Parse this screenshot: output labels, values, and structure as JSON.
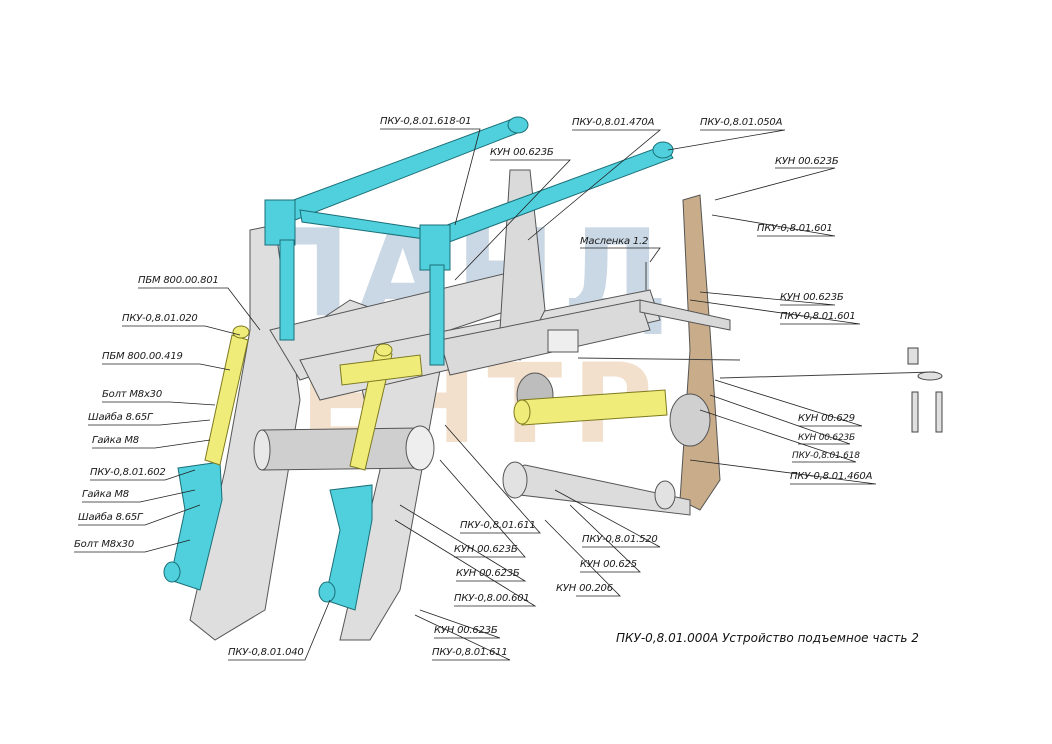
{
  "caption": "ПКУ-0,8.01.000А Устройство подъемное часть 2",
  "watermark": {
    "word1": "ПАНД",
    "word2": "ЕНТР",
    "colors": {
      "blue": "#9fb7cf",
      "orange": "#e9c8a3"
    }
  },
  "colors": {
    "cyan": "#4fd0dc",
    "yellow": "#f0ec7a",
    "frame": "#d8d8d8",
    "tan": "#c9ad8a",
    "leader": "#222222"
  },
  "labels": {
    "pku_01618_01": "ПКУ-0,8.01.618-01",
    "pku_01470a": "ПКУ-0,8.01.470А",
    "pku_01050a": "ПКУ-0,8.01.050А",
    "kun_623b_1": "КУН 00.623Б",
    "kun_623b_2": "КУН 00.623Б",
    "pku_01601_1": "ПКУ-0,8.01.601",
    "maslenka": "Масленка 1.2",
    "kun_623b_3": "КУН 00.623Б",
    "pku_01601_2": "ПКУ-0,8.01.601",
    "pbm_801": "ПБМ 800.00.801",
    "pku_01020": "ПКУ-0,8.01.020",
    "pbm_419": "ПБМ 800.00.419",
    "bolt_1": "Болт М8х30",
    "shaiba_1": "Шайба 8.65Г",
    "gaika_1": "Гайка М8",
    "pku_01602": "ПКУ-0,8.01.602",
    "gaika_2": "Гайка М8",
    "shaiba_2": "Шайба 8.65Г",
    "bolt_2": "Болт М8х30",
    "kun_629": "КУН 00.629",
    "kun_623b_4": "КУН 00.623Б",
    "pku_01618": "ПКУ-0,8.01.618",
    "pku_01460a": "ПКУ-0,8.01.460А",
    "pku_01611_1": "ПКУ-0,8.01.611",
    "pku_01520": "ПКУ-0,8.01.520",
    "kun_623b_5": "КУН 00.623Б",
    "kun_623b_6": "КУН 00.623Б",
    "kun_625": "КУН 00.625",
    "pku_00601": "ПКУ-0,8.00.601",
    "kun_206": "КУН 00.206",
    "kun_623b_7": "КУН 00.623Б",
    "pku_01040": "ПКУ-0,8.01.040",
    "pku_01611_2": "ПКУ-0,8.01.611"
  }
}
